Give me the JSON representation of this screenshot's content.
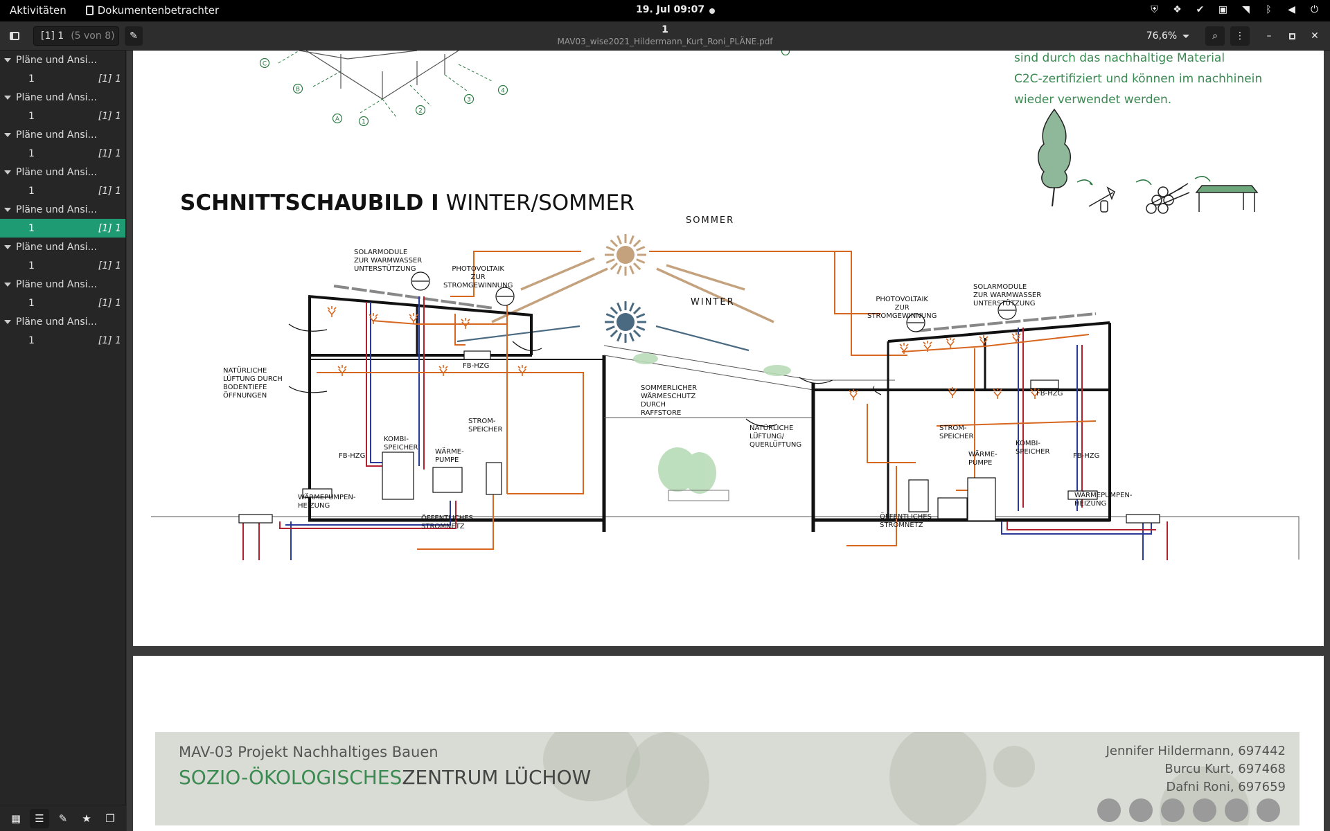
{
  "topbar": {
    "activities": "Aktivitäten",
    "app_name": "Dokumentenbetrachter",
    "clock": "19. Jul  09:07"
  },
  "headerbar": {
    "page_number": "[1] 1",
    "page_of": "(5 von 8)",
    "title": "1",
    "subtitle": "MAV03_wise2021_Hildermann_Kurt_Roni_PLÄNE.pdf",
    "zoom": "76,6%"
  },
  "sidebar": {
    "items": [
      {
        "label": "Pläne und Ansi...",
        "child": "1",
        "page": "[1] 1",
        "active": false
      },
      {
        "label": "Pläne und Ansi...",
        "child": "1",
        "page": "[1] 1",
        "active": false
      },
      {
        "label": "Pläne und Ansi...",
        "child": "1",
        "page": "[1] 1",
        "active": false
      },
      {
        "label": "Pläne und Ansi...",
        "child": "1",
        "page": "[1] 1",
        "active": false
      },
      {
        "label": "Pläne und Ansi...",
        "child": "1",
        "page": "[1] 1",
        "active": true
      },
      {
        "label": "Pläne und Ansi...",
        "child": "1",
        "page": "[1] 1",
        "active": false
      },
      {
        "label": "Pläne und Ansi...",
        "child": "1",
        "page": "[1] 1",
        "active": false
      },
      {
        "label": "Pläne und Ansi...",
        "child": "1",
        "page": "[1] 1",
        "active": false
      }
    ]
  },
  "page1": {
    "green_text": [
      "sind durch das nachhaltige Material",
      "C2C-zertifiziert und können im nachhinein",
      "wieder verwendet werden."
    ],
    "heading_bold": "SCHNITTSCHAUBILD I",
    "heading_light": "WINTER/SOMMER",
    "labels": {
      "sommer": "SOMMER",
      "winter": "WINTER",
      "solar_l": "SOLARMODULE\nZUR WARMWASSER\nUNTERSTÜTZUNG",
      "pv_l": "PHOTOVOLTAIK\nZUR\nSTROMGEWINNUNG",
      "natural_l": "NATÜRLICHE\nLÜFTUNG DURCH\nBODENTIEFE\nÖFFNUNGEN",
      "fbhzg_l1": "FB-HZG",
      "fbhzg_l2": "FB-HZG",
      "kombi_l": "KOMBI-\nSPEICHER",
      "waerme_l": "WÄRME-\nPUMPE",
      "strom_l": "STROM-\nSPEICHER",
      "wph_l": "WÄRMEPUMPEN-\nHEIZUNG",
      "oeff_l": "ÖFFENTLICHES\nSTROMNETZ",
      "sommerl": "SOMMERLICHER\nWÄRMESCHUTZ\nDURCH\nRAFFSTORE",
      "quer": "NATÜRLICHE\nLÜFTUNG/\nQUERLÜFTUNG",
      "pv_r": "PHOTOVOLTAIK\nZUR\nSTROMGEWINNUNG",
      "solar_r": "SOLARMODULE\nZUR WARMWASSER\nUNTERSTÜTZUNG",
      "fbhzg_r1": "FB-HZG",
      "fbhzg_r2": "FB-HZG",
      "strom_r": "STROM-\nSPEICHER",
      "kombi_r": "KOMBI-\nSPEICHER",
      "waerme_r": "WÄRME-\nPUMPE",
      "wph_r": "WÄRMEPUMPEN-\nHEIZUNG",
      "oeff_r": "ÖFFENTLICHES\nSTROMNETZ"
    },
    "axis_labels": [
      "C",
      "B",
      "A",
      "1",
      "2",
      "3",
      "4"
    ]
  },
  "page2": {
    "project": "MAV-03 Projekt Nachhaltiges Bauen",
    "title_green": "SOZIO-ÖKOLOGISCHES",
    "title_dark": "ZENTRUM LÜCHOW",
    "authors": [
      "Jennifer Hildermann, 697442",
      "Burcu Kurt, 697468",
      "Dafni Roni, 697659"
    ]
  },
  "colors": {
    "accent": "#1f9b74",
    "summer": "#c4a27e",
    "winter": "#4a6a82",
    "orange": "#d7661f",
    "green_text": "#3b8a52"
  }
}
